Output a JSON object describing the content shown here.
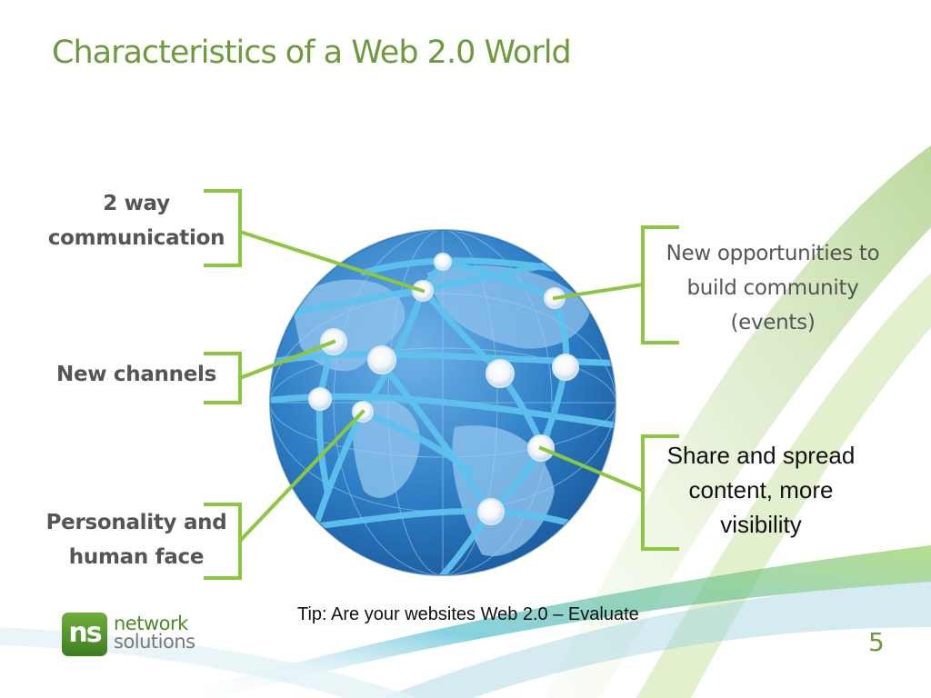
{
  "title": "Characteristics of a Web 2.0 World",
  "labels": {
    "two_way": [
      "2 way",
      "communication"
    ],
    "new_channels": "New channels",
    "personality": [
      "Personality and",
      "human face"
    ],
    "opportunities": [
      "New opportunities to",
      "build community",
      "(events)"
    ],
    "share": [
      "Share and spread",
      "content, more",
      "visibility"
    ]
  },
  "tip": "Tip: Are your websites Web 2.0 – Evaluate",
  "page_number": "5",
  "logo": {
    "mark": "ns",
    "word1": "network",
    "word2": "solutions"
  },
  "colors": {
    "title": "#6e9a3e",
    "bracket": "#8dc63f",
    "label": "#555555",
    "globe": "#2f7fc6",
    "swoosh_teal": "#37b0c8",
    "swoosh_green": "#9cc95a"
  },
  "icons": [
    "globe-network-illustration",
    "network-solutions-logo"
  ]
}
